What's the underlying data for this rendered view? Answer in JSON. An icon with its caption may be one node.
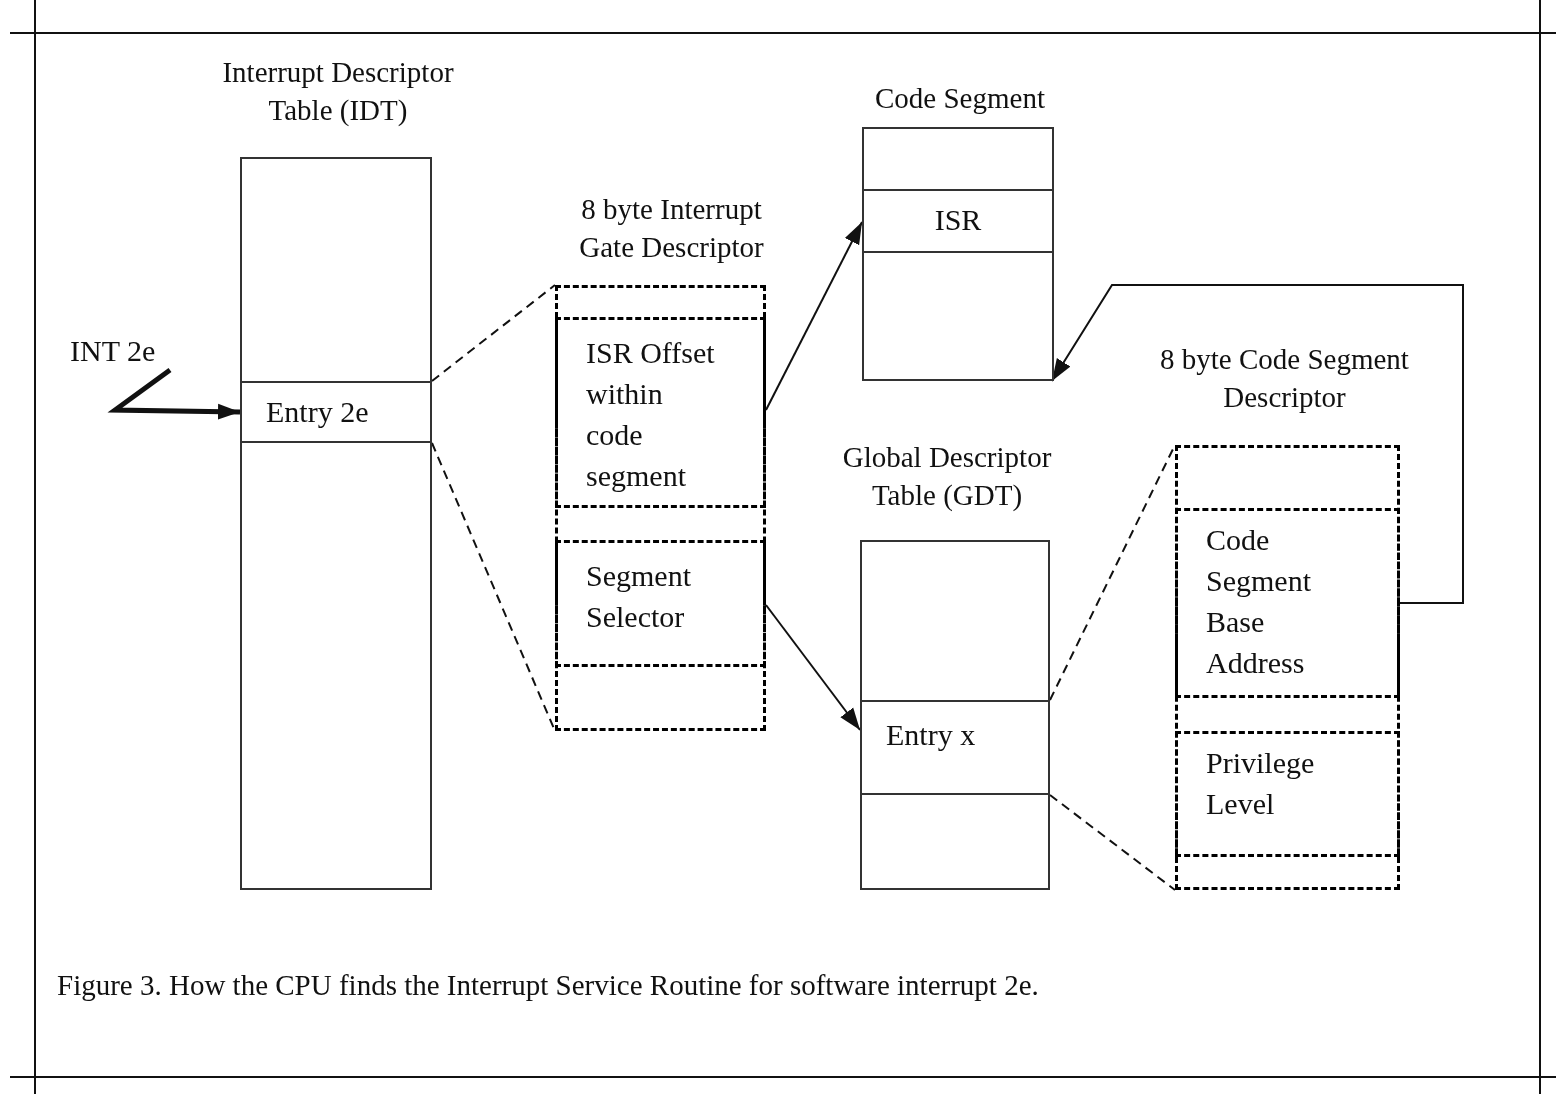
{
  "diagram": {
    "nodes": [
      {
        "text": [
          "Interrupt Descriptor Table (IDT)"
        ]
      },
      {
        "text": [
          "Entry 2e"
        ],
        "in": 0
      },
      {
        "text": [
          "8 byte Interrupt Gate Descriptor"
        ]
      },
      {
        "text": [
          "ISR Offset within code segment"
        ],
        "in": 2
      },
      {
        "text": [
          "Segment Selector"
        ],
        "in": 2
      },
      {
        "text": [
          "Code Segment"
        ]
      },
      {
        "text": [
          "ISR"
        ],
        "in": 5
      },
      {
        "text": [
          "Global Descriptor Table (GDT)"
        ]
      },
      {
        "text": [
          "Entry x"
        ],
        "in": 7
      },
      {
        "text": [
          "8 byte Code Segment Descriptor"
        ]
      },
      {
        "text": [
          "Code Segment Base Address"
        ],
        "in": 9
      },
      {
        "text": [
          "Privilege Level"
        ],
        "in": 9
      },
      {
        "text": [
          "INT 2e"
        ]
      }
    ],
    "edges": [
      {
        "from": 12,
        "to": 1,
        "arrow": "to",
        "style": "thick"
      },
      {
        "from": 1,
        "to": 2,
        "arrow": "none",
        "style": "dashed"
      },
      {
        "from": 1,
        "to": 2,
        "arrow": "none",
        "style": "dashed"
      },
      {
        "from": 3,
        "to": 6,
        "arrow": "to"
      },
      {
        "from": 4,
        "to": 8,
        "arrow": "to"
      },
      {
        "from": 8,
        "to": 9,
        "arrow": "none",
        "style": "dashed"
      },
      {
        "from": 8,
        "to": 9,
        "arrow": "none",
        "style": "dashed"
      },
      {
        "from": 10,
        "to": 5,
        "arrow": "to"
      }
    ],
    "caption": "Figure 3. How the CPU finds the Interrupt Service Routine for software interrupt 2e."
  }
}
